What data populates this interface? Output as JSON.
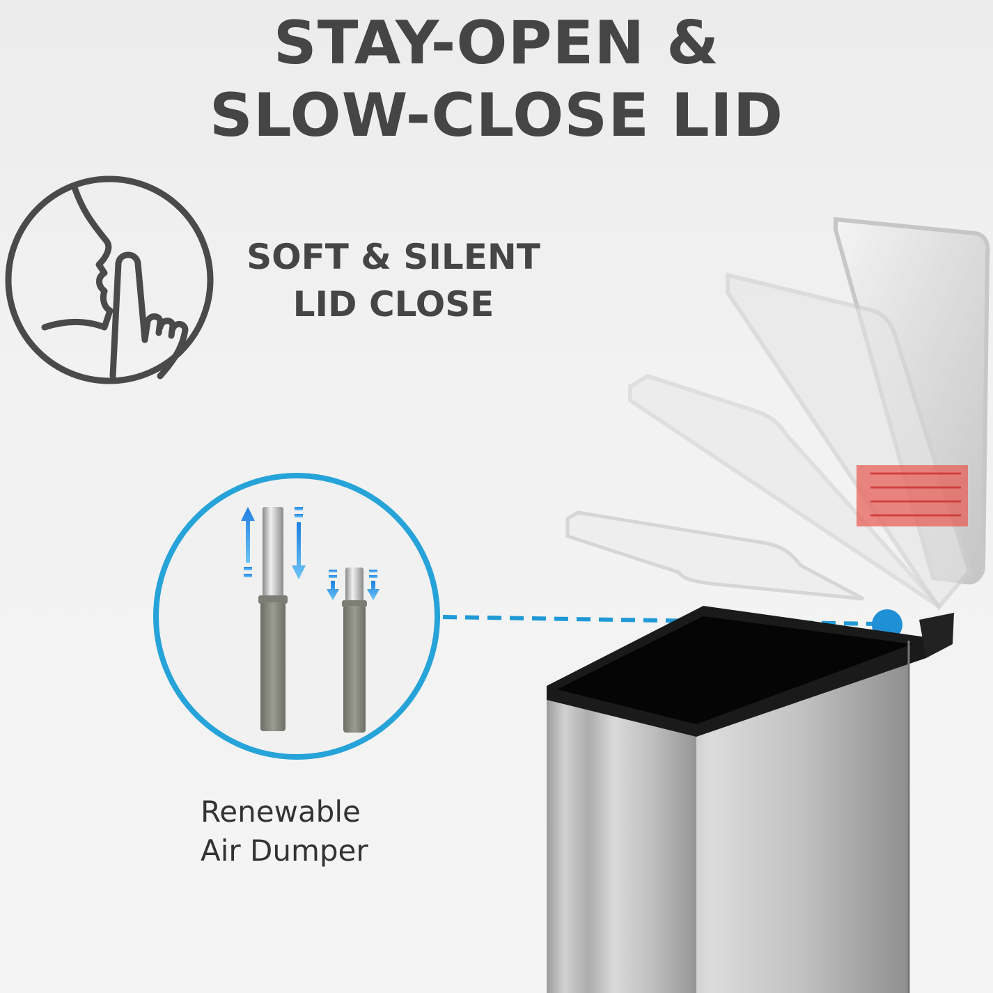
{
  "headline": {
    "line1": "STAY-OPEN &",
    "line2": "SLOW-CLOSE LID"
  },
  "feature": {
    "line1": "SOFT & SILENT",
    "line2": "LID CLOSE",
    "icon": "quiet-finger-icon"
  },
  "detail": {
    "line1": "Renewable",
    "line2": "Air Dumper",
    "icon": "air-damper-icon"
  },
  "colors": {
    "text": "#454545",
    "accent_blue": "#1f9ad6",
    "accent_red": "#e53935",
    "steel": "#b9b9b9"
  }
}
